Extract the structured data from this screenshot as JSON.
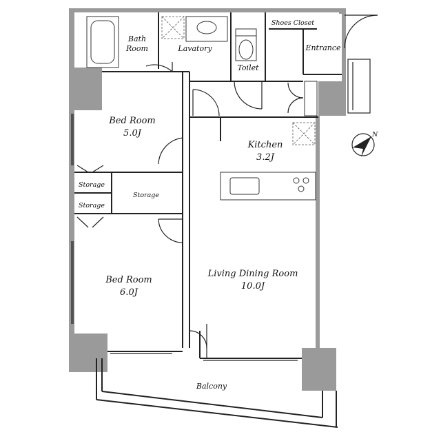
{
  "rooms": {
    "bath_room": {
      "line1": "Bath",
      "line2": "Room"
    },
    "lavatory": "Lavatory",
    "toilet": "Toilet",
    "shoes_closet": "Shoes Closet",
    "entrance": "Entrance",
    "bed_room_1": {
      "name": "Bed Room",
      "size": "5.0J"
    },
    "kitchen": {
      "name": "Kitchen",
      "size": "3.2J"
    },
    "storage_1": "Storage",
    "storage_2": "Storage",
    "storage_3": "Storage",
    "bed_room_2": {
      "name": "Bed Room",
      "size": "6.0J"
    },
    "living_dining_room": {
      "name": "Living Dining Room",
      "size": "10.0J"
    },
    "balcony": "Balcony"
  },
  "compass": {
    "icon": "north-arrow-icon",
    "label": "N"
  },
  "colors": {
    "wall": "#9a9a9a",
    "line": "#222222"
  }
}
